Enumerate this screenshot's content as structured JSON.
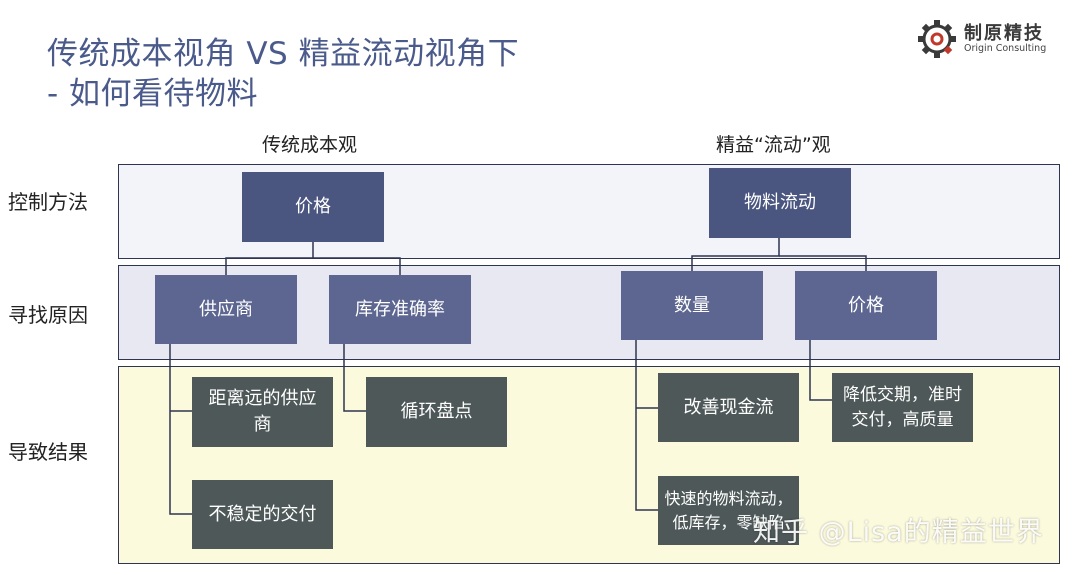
{
  "title": {
    "line1": "传统成本视角 VS 精益流动视角下",
    "line2": "- 如何看待物料"
  },
  "logo": {
    "name_cn": "制原精技",
    "name_en": "Origin Consulting"
  },
  "columns": {
    "left": "传统成本观",
    "right": "精益“流动”观"
  },
  "rows": {
    "control": "控制方法",
    "cause": "寻找原因",
    "result": "导致结果"
  },
  "traditional": {
    "control": "价格",
    "causes": [
      "供应商",
      "库存准确率"
    ],
    "results": [
      "距离远的供应商",
      "不稳定的交付",
      "循环盘点"
    ]
  },
  "lean": {
    "control": "物料流动",
    "causes": [
      "数量",
      "价格"
    ],
    "results": [
      "改善现金流",
      "快速的物料流动，低库存，零缺陷",
      "降低交期，准时交付，高质量"
    ]
  },
  "watermark": "知乎 @Lisa的精益世界"
}
